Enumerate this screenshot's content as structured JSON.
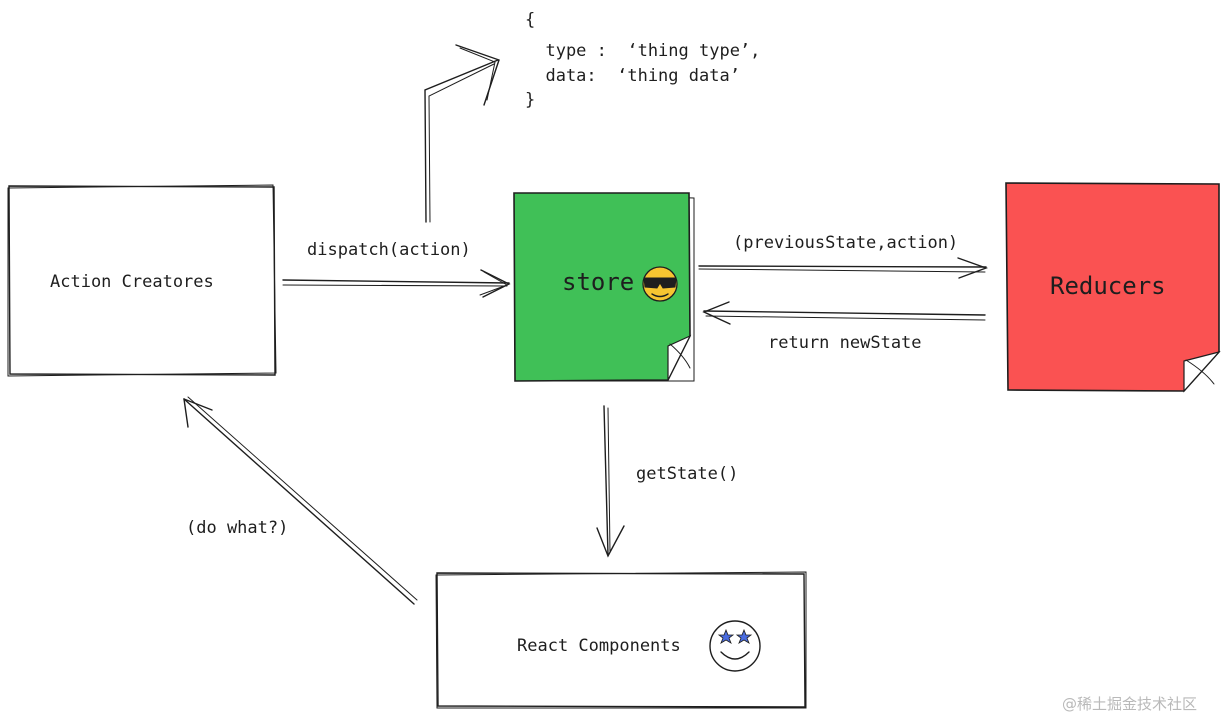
{
  "nodes": {
    "action_creators": {
      "label": "Action Creatores"
    },
    "store": {
      "label": "store",
      "icon": "sunglasses-emoji-icon",
      "fill": "#40c057"
    },
    "reducers": {
      "label": "Reducers",
      "fill": "#fa5252"
    },
    "react_components": {
      "label": "React Components",
      "icon": "star-eyes-face-icon"
    }
  },
  "edges": {
    "dispatch": {
      "label": "dispatch(action)"
    },
    "to_reducers": {
      "label": "(previousState,action)"
    },
    "from_reducers": {
      "label": "return newState"
    },
    "get_state": {
      "label": "getState()"
    },
    "do_what": {
      "label": "(do what?)"
    }
  },
  "action_object": {
    "lines": [
      "{",
      "  type :  ‘thing type’,",
      "  data:  ‘thing data’",
      "}"
    ]
  },
  "watermark": "@稀土掘金技术社区"
}
